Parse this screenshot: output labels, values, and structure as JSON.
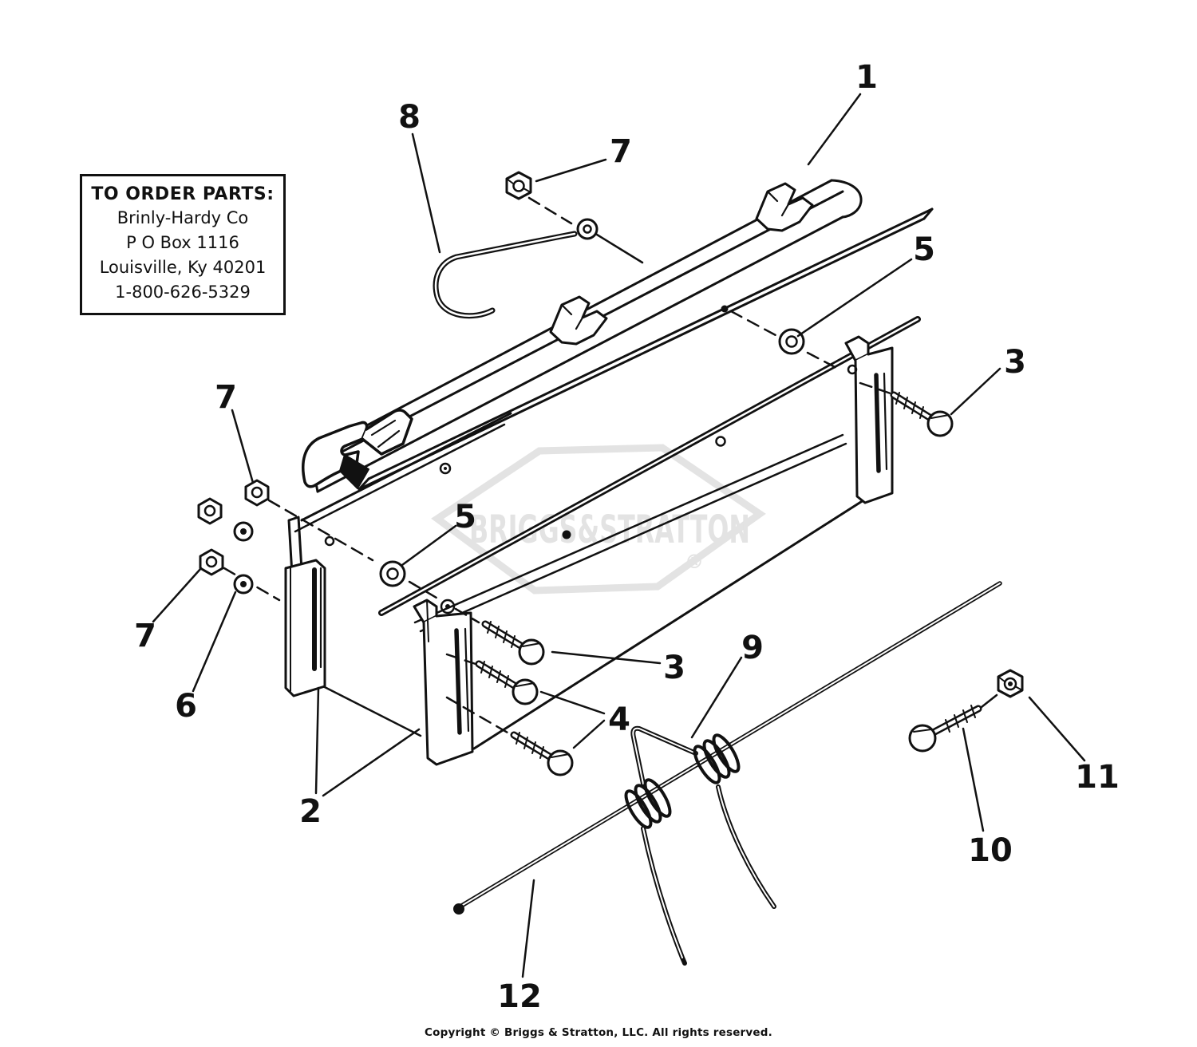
{
  "order_box": {
    "title": "TO ORDER PARTS:",
    "lines": [
      "Brinly-Hardy Co",
      "P O  Box 1116",
      "Louisville, Ky 40201",
      "1-800-626-5329"
    ]
  },
  "watermark": {
    "brand": "BRIGGS&STRATTON",
    "registered": "®",
    "color": "#e3e3e3"
  },
  "copyright": "Copyright © Briggs & Stratton, LLC. All rights reserved.",
  "callouts": {
    "part1": "1",
    "part2": "2",
    "part3": "3",
    "part4": "4",
    "part5": "5",
    "part6": "6",
    "part7": "7",
    "part8": "8",
    "part9": "9",
    "part10": "10",
    "part11": "11",
    "part12": "12"
  },
  "colors": {
    "ink": "#111111",
    "background": "#ffffff"
  }
}
